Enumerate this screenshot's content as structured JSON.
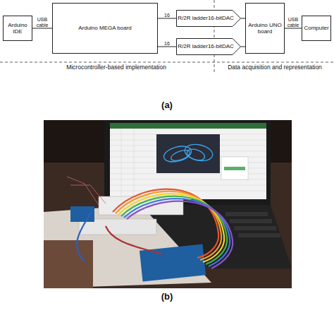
{
  "diagram": {
    "nodes": [
      {
        "text": [
          "Arduino IDE"
        ]
      },
      {
        "text": [
          "Arduino MEGA board"
        ]
      },
      {
        "text": [
          "R/2R ladder16-bitDAC"
        ]
      },
      {
        "text": [
          "R/2R ladder16-bitDAC"
        ]
      },
      {
        "text": [
          "Arduino UNO board"
        ]
      },
      {
        "text": [
          "Computer"
        ]
      }
    ],
    "edges": [
      {
        "from": 0,
        "to": 1,
        "label": "USB cable",
        "arrow": "none"
      },
      {
        "from": 1,
        "to": 2,
        "label": "16",
        "arrow": "none"
      },
      {
        "from": 1,
        "to": 3,
        "label": "16",
        "arrow": "none"
      },
      {
        "from": 2,
        "to": 4,
        "arrow": "none"
      },
      {
        "from": 3,
        "to": 4,
        "arrow": "none"
      },
      {
        "from": 4,
        "to": 5,
        "label": "USB cable",
        "arrow": "none"
      }
    ],
    "labels": [
      "Microcontroller-based implementation",
      "Data acquisition and representation",
      "(a)",
      "(b)"
    ]
  }
}
